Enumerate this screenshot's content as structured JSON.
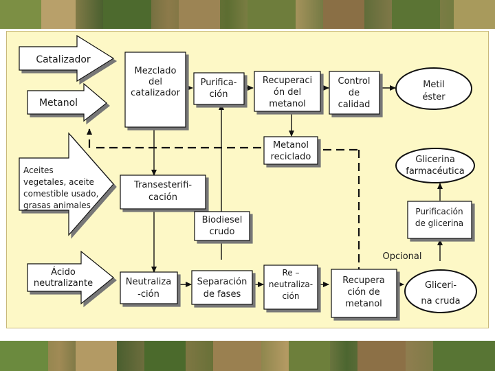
{
  "diagram": {
    "inputs": {
      "catalizador": "Catalizador",
      "metanol": "Metanol",
      "aceites": [
        "Aceites",
        "vegetales, aceite",
        "comestible usado,",
        "grasas animales"
      ],
      "acido": [
        "Ácido",
        "neutralizante"
      ]
    },
    "process": {
      "mezclado": [
        "Mezclado",
        "del",
        "catalizador"
      ],
      "purificacion": [
        "Purifica-",
        "ción"
      ],
      "recuperacion_metanol_top": [
        "Recuperaci",
        "ón del",
        "metanol"
      ],
      "control": [
        "Control",
        "de",
        "calidad"
      ],
      "metil_ester": [
        "Metil",
        "éster"
      ],
      "metanol_reciclado": [
        "Metanol",
        "reciclado"
      ],
      "transesterificacion": [
        "Transesterifi-",
        "cación"
      ],
      "glicerina_farm": [
        "Glicerina",
        "farmacéutica"
      ],
      "biodiesel": [
        "Biodiesel",
        "crudo"
      ],
      "purificacion_glicerina": [
        "Purificación",
        "de glicerina"
      ],
      "opcional": "Opcional",
      "neutralizacion": [
        "Neutraliza",
        "-ción"
      ],
      "separacion": [
        "Separación",
        "de fases"
      ],
      "reneutralizacion": [
        "Re –",
        "neutraliza-",
        "ción"
      ],
      "recuperacion_metanol_bottom": [
        "Recupera",
        "ción de",
        "metanol"
      ],
      "glicerina_cruda": [
        "Gliceri-",
        "na cruda"
      ]
    }
  }
}
